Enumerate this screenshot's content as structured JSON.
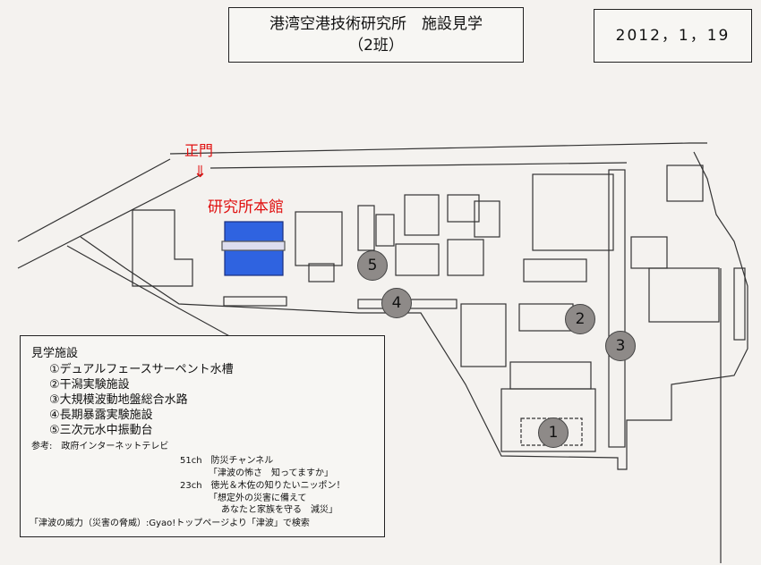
{
  "header": {
    "title_line1": "港湾空港技術研究所　施設見学",
    "title_line2": "（2班）",
    "date": "2012，1，19"
  },
  "map": {
    "main_gate_label": "正門",
    "gate_arrow": "⇓",
    "headquarters_label": "研究所本館",
    "markers": [
      "1",
      "2",
      "3",
      "4",
      "5"
    ],
    "colors": {
      "headquarters": "#2f63e0",
      "annotation": "#e01010",
      "marker": "#8e8a88"
    }
  },
  "legend": {
    "heading": "見学施設",
    "facilities": [
      "①デュアルフェースサーペント水槽",
      "②干潟実験施設",
      "③大規模波動地盤総合水路",
      "④長期暴露実験施設",
      "⑤三次元水中振動台"
    ],
    "reference_label": "参考:　政府インターネットテレビ",
    "ch51": "51ch　防災チャンネル",
    "ch51_title": "「津波の怖さ　知ってますか」",
    "ch23": "23ch　徳光＆木佐の知りたいニッポン！",
    "ch23_title1": "「想定外の災害に備えて",
    "ch23_title2": "あなたと家族を守る　減災」",
    "gyao": "「津波の威力（災害の脅威）:Gyao!トップページより「津波」で検索"
  }
}
